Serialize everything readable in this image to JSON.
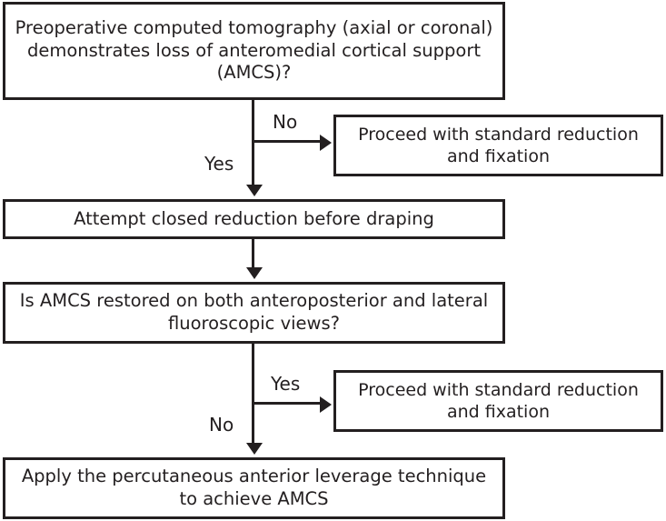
{
  "diagram": {
    "title": "AMCS management flowchart",
    "colors": {
      "line": "#231f20",
      "text": "#231f20",
      "background": "#ffffff"
    },
    "nodes": {
      "ct_question": "Preoperative computed tomography (axial or coronal) demonstrates loss of anteromedial cortical support (AMCS)?",
      "standard_fixation_1": "Proceed with standard reduction and fixation",
      "closed_reduction": "Attempt closed reduction before draping",
      "amcs_question": "Is AMCS restored on both anteroposterior and lateral fluoroscopic views?",
      "standard_fixation_2": "Proceed with standard reduction and fixation",
      "leverage_technique": "Apply the percutaneous anterior leverage technique to achieve AMCS"
    },
    "edges": {
      "ct_no": "No",
      "ct_yes": "Yes",
      "amcs_yes": "Yes",
      "amcs_no": "No"
    }
  }
}
